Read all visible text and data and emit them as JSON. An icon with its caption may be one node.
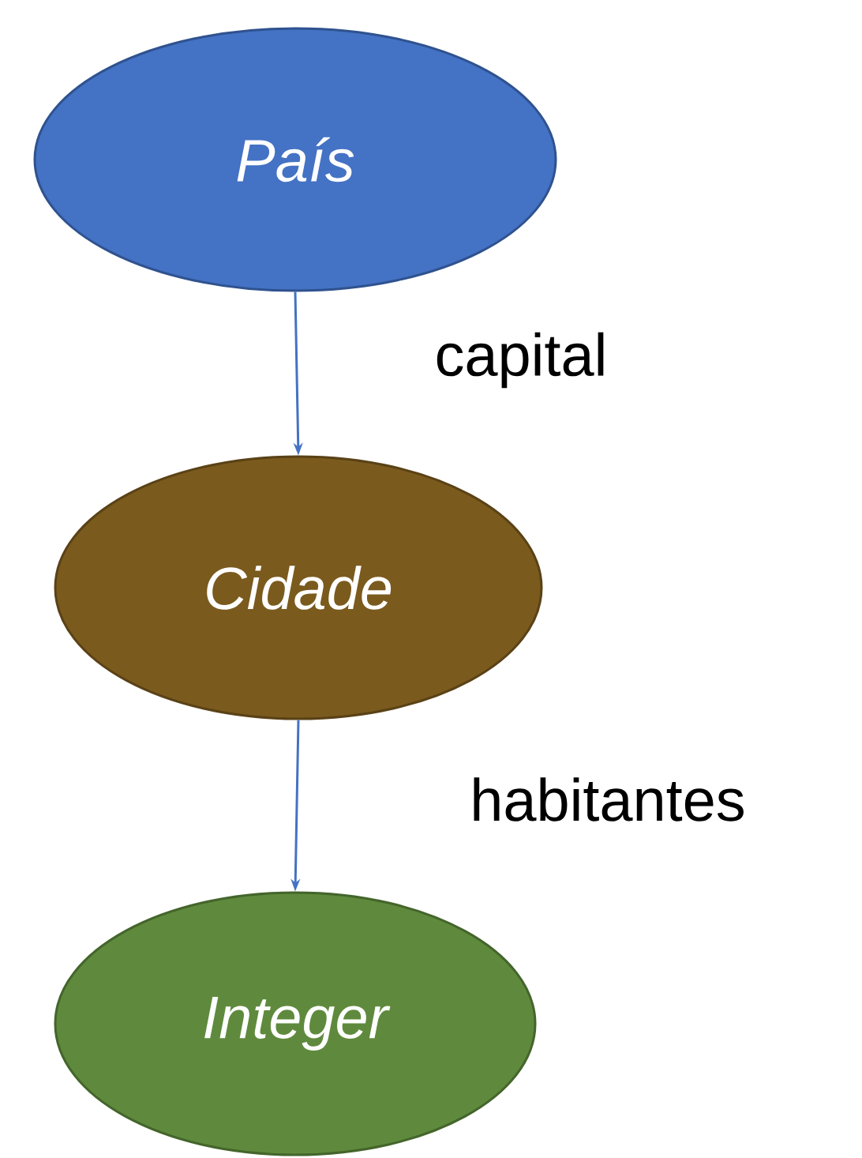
{
  "diagram": {
    "nodes": [
      {
        "text": [
          "País"
        ]
      },
      {
        "text": [
          "Cidade"
        ]
      },
      {
        "text": [
          "Integer"
        ]
      }
    ],
    "edges": [
      {
        "from": 0,
        "to": 1,
        "arrow": "to",
        "label": "capital"
      },
      {
        "from": 1,
        "to": 2,
        "arrow": "to",
        "label": "habitantes"
      }
    ]
  }
}
